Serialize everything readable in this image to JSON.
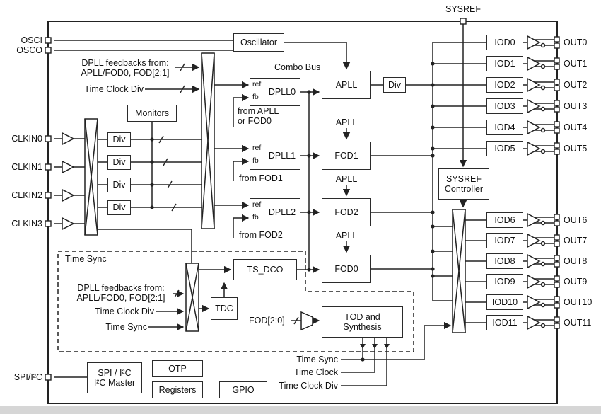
{
  "pins": {
    "sysref": "SYSREF",
    "osci": "OSCI",
    "osco": "OSCO",
    "spi": "SPI/I²C",
    "clkins": [
      "CLKIN0",
      "CLKIN1",
      "CLKIN2",
      "CLKIN3"
    ],
    "outs": [
      "OUT0",
      "OUT1",
      "OUT2",
      "OUT3",
      "OUT4",
      "OUT5",
      "OUT6",
      "OUT7",
      "OUT8",
      "OUT9",
      "OUT10",
      "OUT11"
    ]
  },
  "blocks": {
    "oscillator": "Oscillator",
    "monitors": "Monitors",
    "div": "Div",
    "dpll0": "DPLL0",
    "dpll1": "DPLL1",
    "dpll2": "DPLL2",
    "apll": "APLL",
    "fod0": "FOD0",
    "fod1": "FOD1",
    "fod2": "FOD2",
    "ts_dco": "TS_DCO",
    "tdc": "TDC",
    "tod": "TOD and\nSynthesis",
    "sysref_controller": "SYSREF\nController",
    "iods": [
      "IOD0",
      "IOD1",
      "IOD2",
      "IOD3",
      "IOD4",
      "IOD5",
      "IOD6",
      "IOD7",
      "IOD8",
      "IOD9",
      "IOD10",
      "IOD11"
    ],
    "spi_master": "SPI / I²C\nI²C Master",
    "otp": "OTP",
    "registers": "Registers",
    "gpio": "GPIO"
  },
  "labels": {
    "combo_bus": "Combo Bus",
    "ref": "ref",
    "fb": "fb",
    "dpll_feedbacks": "DPLL feedbacks from:\nAPLL/FOD0, FOD[2:1]",
    "time_clock_div": "Time Clock Div",
    "time_sync": "Time Sync",
    "time_clock": "Time Clock",
    "from_apll_or_fod0": "from APLL\nor FOD0",
    "from_fod1": "from FOD1",
    "from_fod2": "from FOD2",
    "apll": "APLL",
    "fod_bus": "FOD[2:0]"
  }
}
